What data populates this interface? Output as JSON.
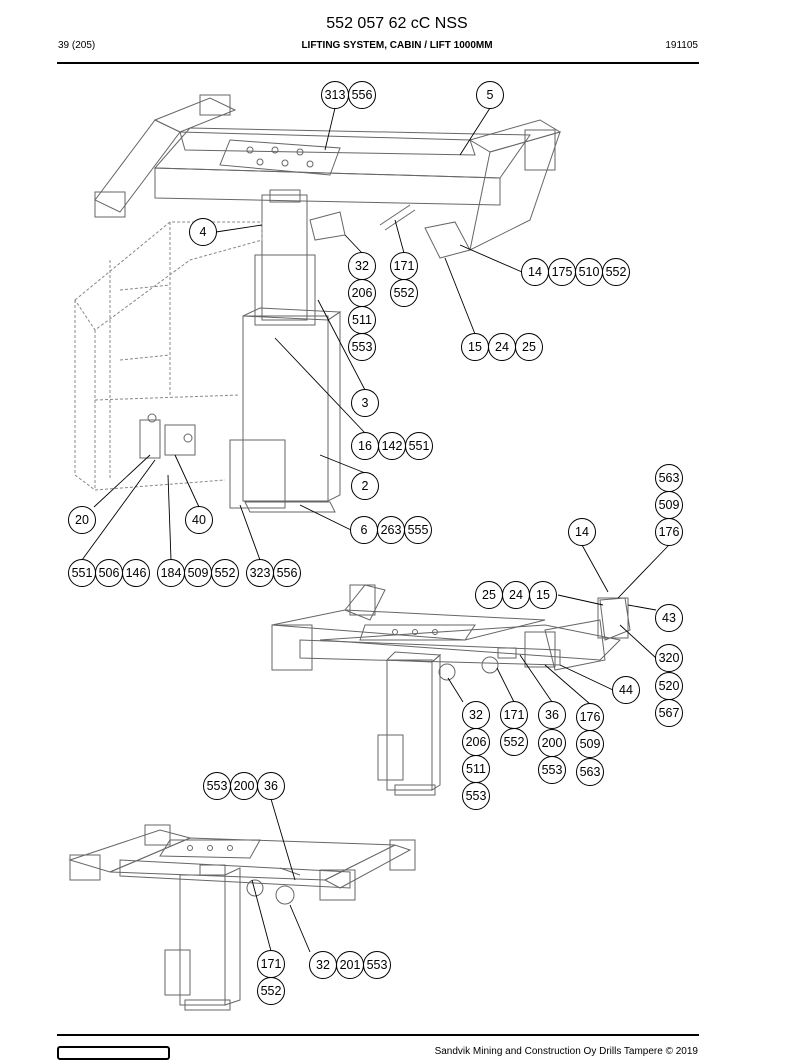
{
  "header": {
    "title": "552 057 62 cC NSS",
    "page": "39 (205)",
    "section": "LIFTING SYSTEM, CABIN / LIFT 1000MM",
    "date": "191105"
  },
  "footer": {
    "text": "Sandvik Mining and Construction Oy Drills Tampere © 2019"
  },
  "diagram": {
    "callouts": [
      [
        "313",
        "556"
      ],
      [
        "5"
      ],
      [
        "4"
      ],
      [
        "32"
      ],
      [
        "171"
      ],
      [
        "206"
      ],
      [
        "552"
      ],
      [
        "511"
      ],
      [
        "553"
      ],
      [
        "14",
        "175",
        "510",
        "552"
      ],
      [
        "15",
        "24",
        "25"
      ],
      [
        "3"
      ],
      [
        "16",
        "142",
        "551"
      ],
      [
        "2"
      ],
      [
        "563"
      ],
      [
        "509"
      ],
      [
        "176"
      ],
      [
        "14"
      ],
      [
        "20"
      ],
      [
        "40"
      ],
      [
        "6",
        "263",
        "555"
      ],
      [
        "551",
        "506",
        "146"
      ],
      [
        "184",
        "509",
        "552"
      ],
      [
        "323",
        "556"
      ],
      [
        "25",
        "24",
        "15"
      ],
      [
        "43"
      ],
      [
        "320"
      ],
      [
        "520"
      ],
      [
        "44"
      ],
      [
        "567"
      ],
      [
        "32"
      ],
      [
        "171"
      ],
      [
        "36"
      ],
      [
        "176"
      ],
      [
        "206"
      ],
      [
        "552"
      ],
      [
        "200"
      ],
      [
        "509"
      ],
      [
        "511"
      ],
      [
        "553"
      ],
      [
        "563"
      ],
      [
        "553"
      ],
      [
        "553",
        "200",
        "36"
      ],
      [
        "171"
      ],
      [
        "32",
        "201",
        "553"
      ],
      [
        "552"
      ]
    ]
  }
}
